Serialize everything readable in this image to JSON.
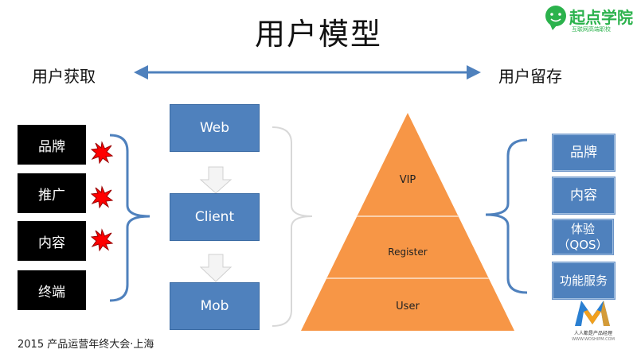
{
  "title": "用户模型",
  "labels": {
    "left": "用户获取",
    "right": "用户留存"
  },
  "left_items": [
    "品牌",
    "推广",
    "内容",
    "终端"
  ],
  "channels": [
    "Web",
    "Client",
    "Mob"
  ],
  "pyramid": [
    "VIP",
    "Register",
    "User"
  ],
  "right_items": [
    "品牌",
    "内容",
    "体验（QOS）",
    "功能服务"
  ],
  "footer": "2015 产品运营年终大会·上海",
  "brand": {
    "name": "起点学院",
    "sub": "互联网高端职校"
  },
  "corner_logo": {
    "sub": "人人都是产品经理",
    "url": "WWW.WOSHIPM.COM"
  },
  "colors": {
    "black_box": "#000000",
    "blue_box": "#4f81bd",
    "pyramid": "#f79646",
    "arrow": "#4f81bd",
    "brace": "#4f81bd",
    "burst": "#ff0000",
    "brand_green": "#2bb24c"
  }
}
